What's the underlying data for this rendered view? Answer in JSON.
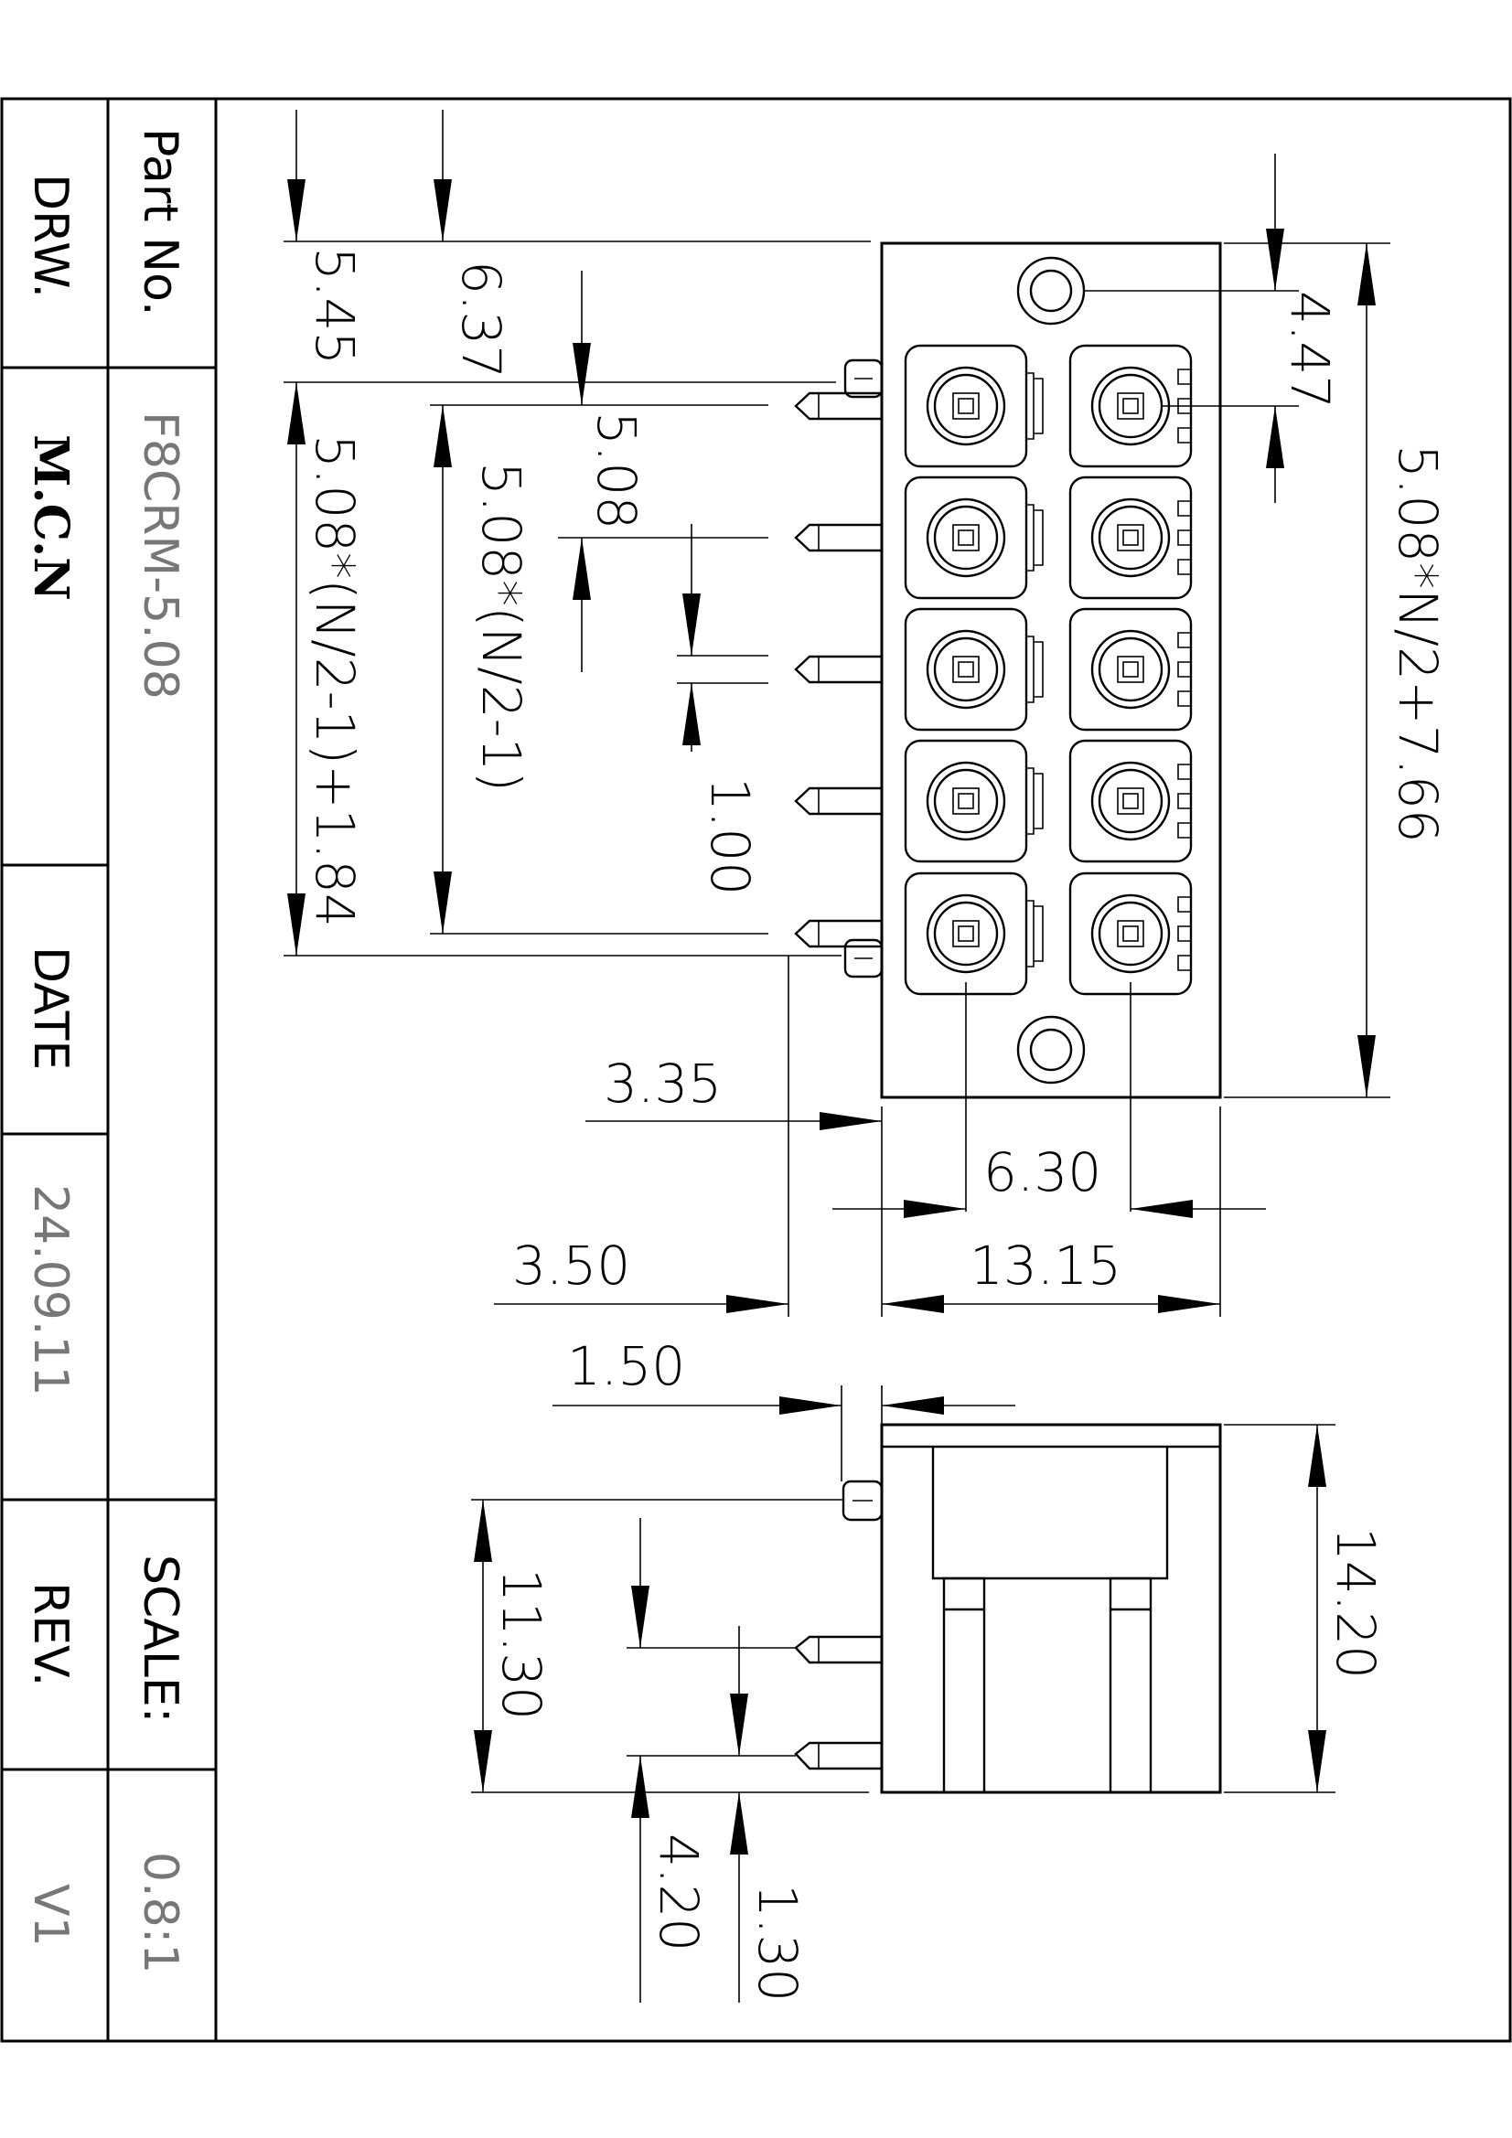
{
  "title_block": {
    "part_no_label": "Part No.",
    "part_no_value": "F8CRM-5.08",
    "drw_label": "DRW.",
    "drw_value": "M.C.N",
    "date_label": "DATE",
    "date_value": "24.09.11",
    "rev_label": "REV.",
    "rev_value": "V1",
    "scale_label": "SCALE:",
    "scale_value": "0.8:1"
  },
  "dimensions": {
    "d_5_45": "5.45",
    "d_6_37": "6.37",
    "d_5_08": "5.08",
    "d_1_00": "1.00",
    "d_pitch_minus1_184": "5.08*(N/2-1)+1.84",
    "d_pitch_minus1": "5.08*(N/2-1)",
    "d_4_47": "4.47",
    "d_overall": "5.08*N/2+7.66",
    "d_3_35": "3.35",
    "d_6_30": "6.30",
    "d_3_50": "3.50",
    "d_13_15": "13.15",
    "d_1_50": "1.50",
    "d_11_30": "11.30",
    "d_14_20": "14.20",
    "d_4_20": "4.20",
    "d_1_30": "1.30"
  },
  "colors": {
    "line": "#000000",
    "muted_text": "#777777"
  }
}
